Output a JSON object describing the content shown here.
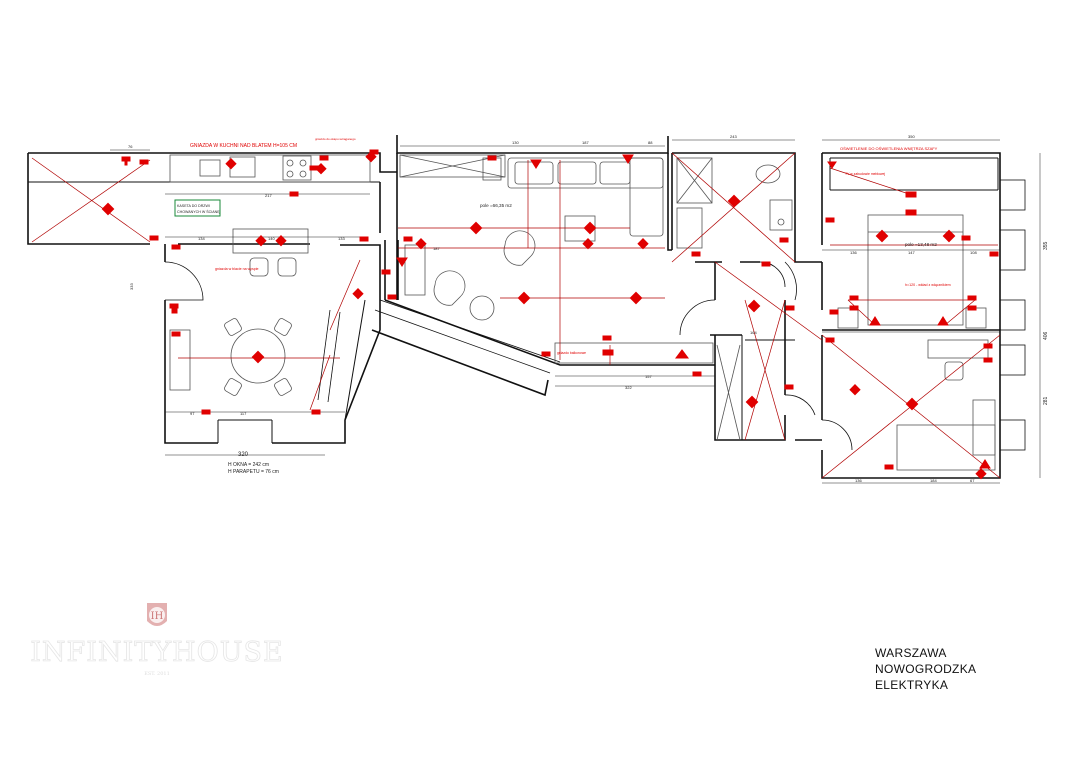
{
  "title_block": {
    "line1": "WARSZAWA",
    "line2": "NOWOGRODZKA",
    "line3": "ELEKTRYKA"
  },
  "logo": {
    "monogram": "IH",
    "name": "INFINITYHOUSE",
    "est": "EST. 2011"
  },
  "annotations": {
    "kitchen_socket_note": "GNIAZDA W KUCHNI NAD BLATEM H=105 CM",
    "box_note_line1": "KASETA DO DRZWI",
    "box_note_line2": "CHOWANYCH W ŚCIANĘ",
    "hood_note": "gniazdo do okapu wciąganego",
    "living_area": "pole =66,35 m2",
    "bedroom_area": "pole =13,48 m2",
    "wardrobe_light": "OŚWIETLENIE DO OŚWIETLENIA WNĘTRZA SZAFY",
    "island_socket": "gniazda w blacie na wyspie",
    "window_height": "H OKNA = 242 cm",
    "sill_height": "H PARAPETU = 76 cm",
    "bed_sockets": "h=120 - wkład z włącznikiem",
    "tv_note": "TV w zabudowie meblowej",
    "outlet_note": "gniazdo balkonowe",
    "bottom_dim": "320"
  },
  "dimensions": {
    "d76": "76",
    "d217": "217",
    "d134": "134",
    "d140": "140",
    "d133": "133",
    "d333": "333",
    "d187": "187",
    "d130": "130",
    "d88": "88",
    "d243": "243",
    "d350": "350",
    "d147": "147",
    "d108": "108",
    "d136": "136",
    "d355": "355",
    "d406": "406",
    "d281": "281",
    "d322": "322",
    "d157": "157",
    "d164": "164",
    "d97": "97",
    "d117": "117",
    "d67": "67",
    "d184": "184"
  },
  "colors": {
    "wall": "#111111",
    "fixture": "#e00000",
    "wire": "#b00000",
    "furniture": "#555555",
    "note_box": "#1a8a3a"
  }
}
